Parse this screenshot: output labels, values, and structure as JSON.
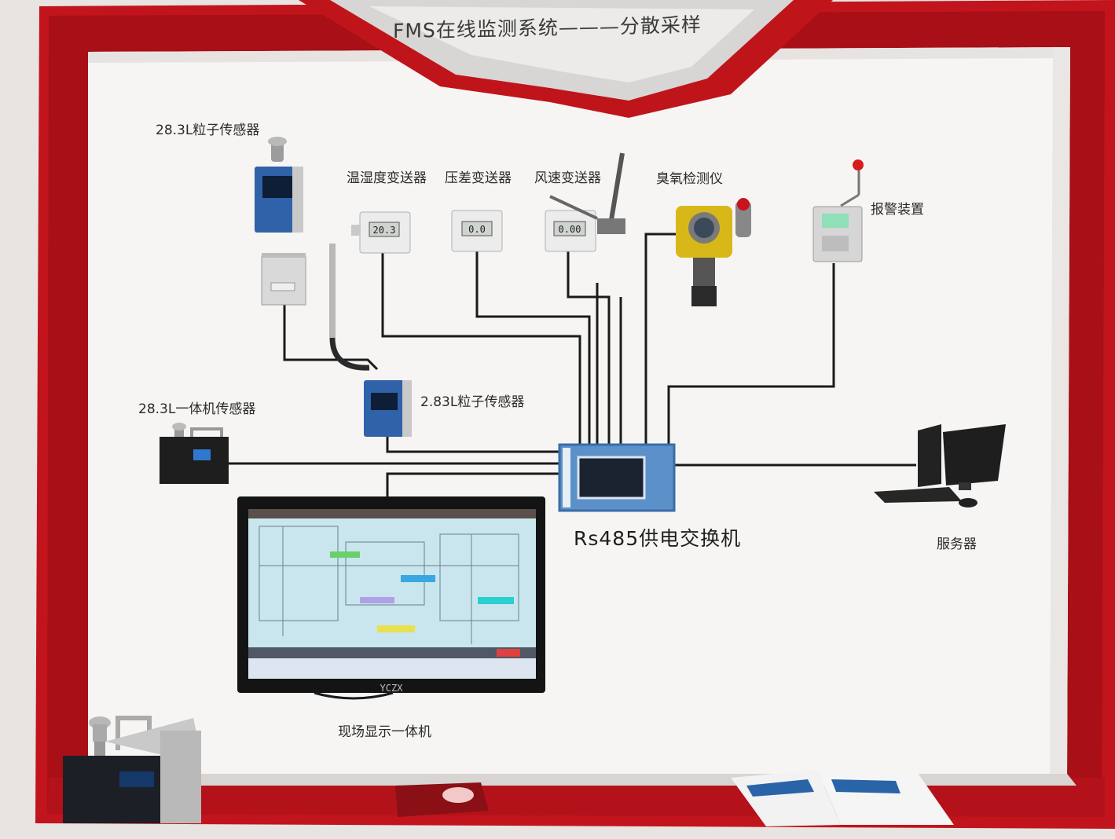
{
  "title": "FMS在线监测系统———分散采样",
  "labels": {
    "sensor_28L": "28.3L粒子传感器",
    "temp_humidity": "温湿度变送器",
    "pressure_diff": "压差变送器",
    "wind_speed": "风速变送器",
    "ozone": "臭氧检测仪",
    "alarm": "报警装置",
    "sensor_283L": "2.83L粒子传感器",
    "integrated_28L": "28.3L一体机传感器",
    "switch": "Rs485供电交换机",
    "server": "服务器",
    "display": "现场显示一体机"
  },
  "readings": {
    "temp_humidity": "20.3",
    "pressure_diff": "0.0",
    "wind_speed": "0.00"
  },
  "monitor_brand": "YCZX",
  "colors": {
    "red_frame": "#c2141c",
    "wall": "#f7f7f5",
    "device_blue": "#2f62a8",
    "line": "#1a1a1a"
  }
}
